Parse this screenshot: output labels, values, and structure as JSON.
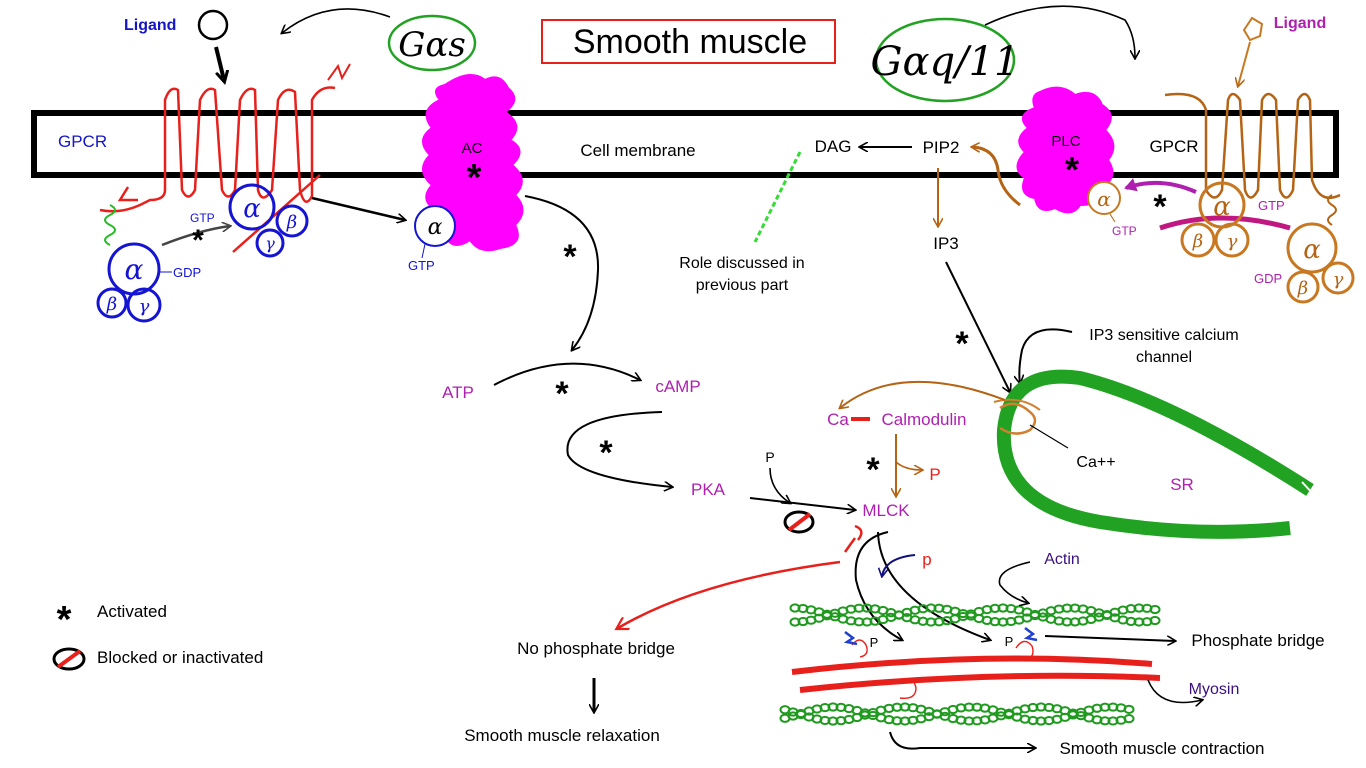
{
  "title": "Smooth muscle",
  "membrane": {
    "label": "Cell membrane",
    "left_receptor": "GPCR",
    "right_receptor": "GPCR"
  },
  "left_pathway": {
    "ligand": "Ligand",
    "g_protein": "Gαs",
    "gtp_label": "GTP",
    "gdp_label": "GDP",
    "alpha": "α",
    "beta": "β",
    "gamma": "γ",
    "enzyme": "AC",
    "gtp_bound": "GTP",
    "atp": "ATP",
    "camp": "cAMP",
    "pka": "PKA",
    "phosphate_small": "P"
  },
  "right_pathway": {
    "ligand": "Ligand",
    "g_protein": "Gαq/11",
    "enzyme": "PLC",
    "pip2": "PIP2",
    "dag": "DAG",
    "ip3": "IP3",
    "role_note": [
      "Role discussed in",
      "previous part"
    ],
    "gtp_label": "GTP",
    "gtp_bound": "GTP",
    "gdp_label": "GDP",
    "alpha": "α",
    "beta": "β",
    "gamma": "γ"
  },
  "calcium": {
    "channel_label": [
      "IP3 sensitive calcium",
      "channel"
    ],
    "ca_ion": "Ca++",
    "sr": "SR",
    "ca": "Ca",
    "calmodulin": "Calmodulin",
    "mlck": "MLCK",
    "phosphate": "P",
    "phosphate_lower": "p"
  },
  "filaments": {
    "actin": "Actin",
    "myosin": "Myosin",
    "p_left": "P",
    "p_right": "P"
  },
  "outcomes": {
    "no_bridge": "No phosphate bridge",
    "relaxation": "Smooth muscle relaxation",
    "bridge": "Phosphate bridge",
    "contraction": "Smooth muscle contraction"
  },
  "legend": {
    "activated": "Activated",
    "blocked": "Blocked or inactivated"
  },
  "colors": {
    "membrane": "#000000",
    "enzyme_magenta": "#ff00ff",
    "left_gpcr": "#e8201c",
    "left_gprotein": "#1414d2",
    "right_gpcr": "#b46414",
    "right_gprotein": "#c87820",
    "actin": "#1f9a1f",
    "myosin": "#e8201c",
    "sr": "#22a222",
    "text_purple": "#b020b0",
    "text_blue": "#1414c8"
  }
}
